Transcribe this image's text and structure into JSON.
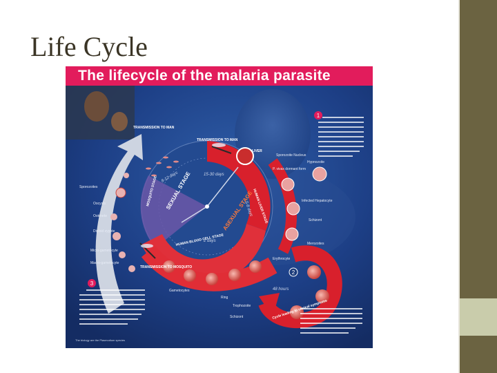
{
  "slide": {
    "title": "Life Cycle"
  },
  "poster": {
    "title": "The lifecycle of the malaria parasite",
    "labels": {
      "transmission_to_man_left": "TRANSMISSION TO MAN",
      "transmission_to_man_center": "TRANSMISSION TO MAN",
      "transmission_to_mosquito": "TRANSMISSION TO MOSQUITO",
      "liver": "LIVER",
      "sporozoite_nucleus": "Sporozoite Nucleus",
      "hypnozoite": "Hypnozoite",
      "p_vivax_dormant": "P. vivax dormant form",
      "infected_hepatocyte": "Infected Hepatocyte",
      "schizont_liver": "Schizont",
      "merozoites": "Merozoites",
      "erythrocyte": "Erythrocyte",
      "gametocytes": "Gametocytes",
      "ring": "Ring",
      "trophozoite": "Trophozoite",
      "schizont_blood": "Schizont",
      "cycle_clinical": "Cycle leading to clinical symptoms",
      "sporozoites": "Sporozoites",
      "oocysts": "Oocysts",
      "ookinete": "Ookinete",
      "diploid_zygote": "Diploid zygote",
      "microgametocyte": "Micro-gametocyte",
      "macrogametocyte": "Macro-gametocyte",
      "sexual_stage": "SEXUAL STAGE",
      "mosquito_stage": "MOSQUITO STAGE",
      "asexual_stage": "ASEXUAL STAGE",
      "human_liver_stage": "HUMAN LIVER STAGE",
      "human_blood_cell_stage": "HUMAN BLOOD CELL STAGE",
      "time_8_12": "8-12 days",
      "time_15_30": "15-30 days",
      "time_5_8": "5-8 days",
      "time_48h": "48 hours",
      "time_2_days": "2 days",
      "num_1": "1",
      "num_2": "2",
      "num_3": "3",
      "footer": "The biology are the Plasmodium species"
    }
  },
  "colors": {
    "title_text": "#3b3526",
    "sidebar": "#6b6341",
    "sidebar_accent": "#c9ccab",
    "poster_bg": "#1a3a7a",
    "poster_header": "#e21c5c",
    "cycle_red": "#d8202c"
  }
}
